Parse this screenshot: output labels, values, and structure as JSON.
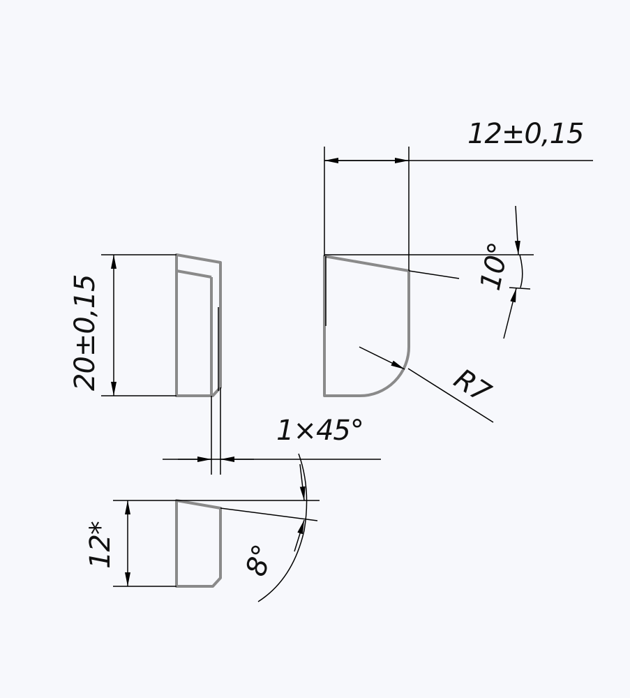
{
  "dimensions": {
    "width_top": "12±0,15",
    "angle_top": "10°",
    "radius": "R7",
    "height_left": "20±0,15",
    "chamfer": "1×45°",
    "height_bottom": "12*",
    "angle_bottom": "8°"
  },
  "colors": {
    "background": "#f7f8fc",
    "part_outline": "#8a8a8a",
    "dimension_lines": "#000000",
    "text": "#111111"
  }
}
